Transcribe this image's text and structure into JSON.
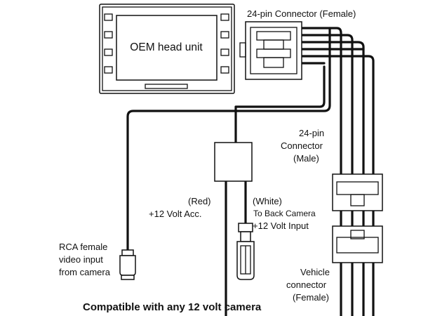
{
  "diagram": {
    "head_unit_label": "OEM head unit",
    "female_connector_label": "24-pin Connector (Female)",
    "male_connector_label": [
      "24-pin",
      "Connector",
      "(Male)"
    ],
    "red_wire_label": [
      "(Red)",
      "+12 Volt Acc."
    ],
    "white_wire_label": [
      "(White)",
      "To Back Camera",
      "+12 Volt Input"
    ],
    "rca_label": [
      "RCA female",
      "video input",
      "from camera"
    ],
    "vehicle_connector_label": [
      "Vehicle",
      "connector",
      "(Female)"
    ],
    "footer": "Compatible with any 12 volt camera"
  }
}
